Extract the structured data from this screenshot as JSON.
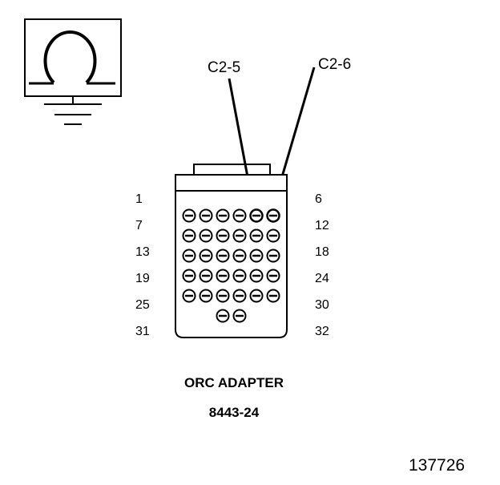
{
  "symbol": {
    "name": "ohmmeter-ground-symbol"
  },
  "callouts": [
    {
      "label": "C2-5",
      "pin": 5
    },
    {
      "label": "C2-6",
      "pin": 6
    }
  ],
  "pin_labels": {
    "left": [
      "1",
      "7",
      "13",
      "19",
      "25",
      "31"
    ],
    "right": [
      "6",
      "12",
      "18",
      "24",
      "30",
      "32"
    ]
  },
  "connector": {
    "rows": [
      6,
      6,
      6,
      6,
      6,
      2
    ],
    "highlighted_pins": [
      5,
      6
    ]
  },
  "caption": {
    "title": "ORC ADAPTER",
    "part_number": "8443-24"
  },
  "figure_number": "137726"
}
